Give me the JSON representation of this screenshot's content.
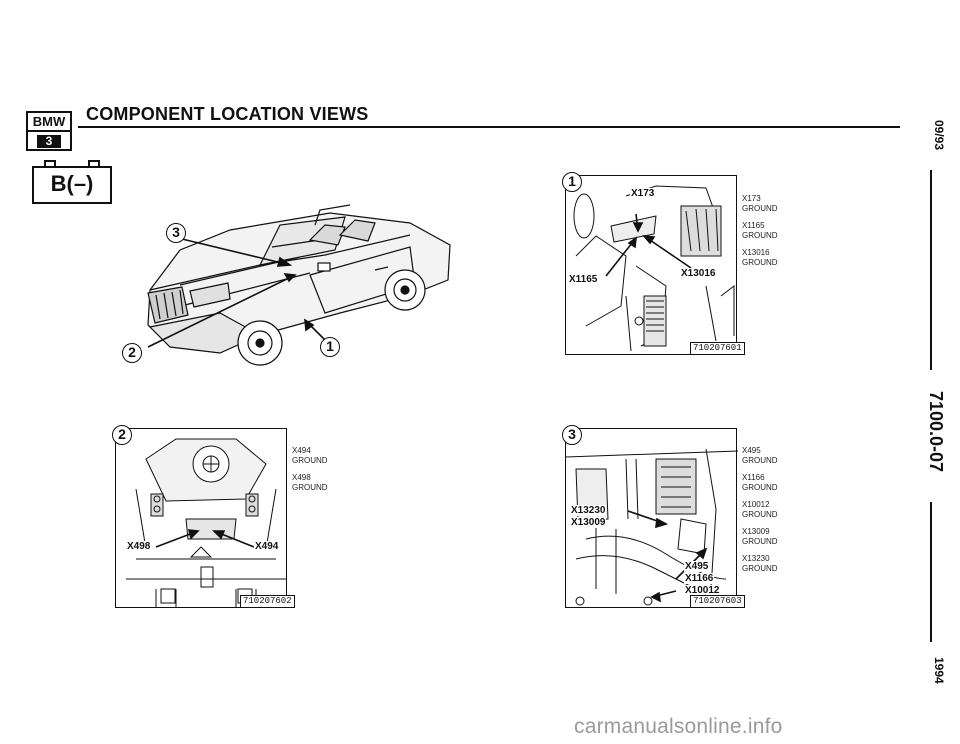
{
  "header": {
    "logo_brand": "BMW",
    "logo_series": "3",
    "title": "COMPONENT LOCATION VIEWS"
  },
  "battery_symbol": "B(–)",
  "overview": {
    "callouts": [
      "1",
      "2",
      "3"
    ]
  },
  "panels": [
    {
      "callout": "1",
      "ref": "710207601",
      "labels": [
        "X173",
        "X1165",
        "X13016"
      ],
      "legend": [
        {
          "name": "X173",
          "type": "GROUND"
        },
        {
          "name": "X1165",
          "type": "GROUND"
        },
        {
          "name": "X13016",
          "type": "GROUND"
        }
      ]
    },
    {
      "callout": "2",
      "ref": "710207602",
      "labels": [
        "X498",
        "X494"
      ],
      "legend": [
        {
          "name": "X494",
          "type": "GROUND"
        },
        {
          "name": "X498",
          "type": "GROUND"
        }
      ]
    },
    {
      "callout": "3",
      "ref": "710207603",
      "labels": [
        "X13230",
        "X13009",
        "X495",
        "X1166",
        "X10012"
      ],
      "legend": [
        {
          "name": "X495",
          "type": "GROUND"
        },
        {
          "name": "X1166",
          "type": "GROUND"
        },
        {
          "name": "X10012",
          "type": "GROUND"
        },
        {
          "name": "X13009",
          "type": "GROUND"
        },
        {
          "name": "X13230",
          "type": "GROUND"
        }
      ]
    }
  ],
  "sidebar": {
    "date": "09/93",
    "doc_number": "7100.0-07",
    "year": "1994"
  },
  "watermark": "carmanualsonline.info"
}
